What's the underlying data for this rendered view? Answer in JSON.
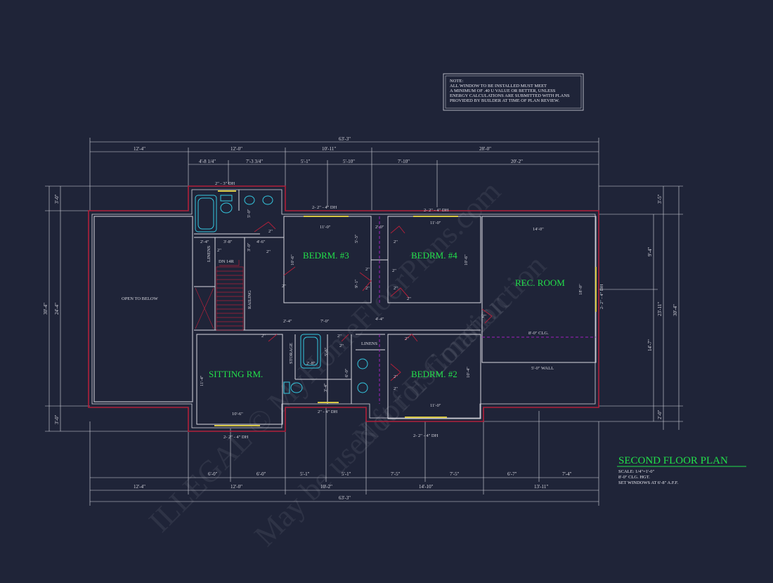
{
  "note": {
    "lines": [
      "NOTE:",
      "ALL WINDOW TO BE INSTALLED MUST MEET",
      "A MINIMUM OF .40 U VALUE OR BETTER, UNLESS",
      "ENERGY CALCULATIONS ARE SUBMITTED WITH PLANS",
      "PROVIDED BY BUILDER AT TIME OF PLAN REVIEW."
    ]
  },
  "title": {
    "main": "SECOND FLOOR PLAN",
    "scale": "SCALE: 1/4\"=1'-0\"",
    "ceiling": "8'-0\" CLG. HGT.",
    "windows": "SET WINDOWS AT 6'-8\" A.F.F."
  },
  "rooms": {
    "bedrm3": "BEDRM. #3",
    "bedrm4": "BEDRM. #4",
    "rec_room": "REC. ROOM",
    "sitting": "SITTING RM.",
    "bedrm2": "BEDRM. #2",
    "open_below": "OPEN TO BELOW",
    "linens_left": "LINENS",
    "linens_right": "LINENS",
    "storage": "STORAGE",
    "railing": "RAILING",
    "stair": "DN 14R",
    "clg_note": "8'-0\" CLG.",
    "wall_note": "5'-0\" WALL"
  },
  "windows": {
    "top_bath": "2\" - 3\" DH",
    "bedrm3": "2- 2\" - 4\" DH",
    "bedrm4": "2- 2\" - 4\" DH",
    "rec": "2- 2\" - 4\" DH",
    "sitting": "2- 2\" - 4\" DH",
    "bath_bottom": "2\" - 4\" DH",
    "bedrm2": "2- 2\" - 4\" DH"
  },
  "dimensions": {
    "top_overall": "63'-3\"",
    "top_row1": [
      "12'-4\"",
      "12'-0\"",
      "10'-11\"",
      "28'-0\""
    ],
    "top_row2": [
      "4'-8 1/4\"",
      "7'-3 3/4\"",
      "5'-1\"",
      "5'-10\"",
      "7'-10\"",
      "20'-2\""
    ],
    "bottom_overall": "63'-3\"",
    "bottom_row1": [
      "12'-4\"",
      "12'-0\"",
      "10'-2\"",
      "14'-10\"",
      "13'-11\""
    ],
    "bottom_row2": [
      "6'-0\"",
      "6'-0\"",
      "5'-1\"",
      "5'-1\"",
      "7'-5\"",
      "7'-5\"",
      "6'-7\"",
      "7'-4\""
    ],
    "left_outer": "30'-4\"",
    "left_inner": "24'-4\"",
    "left_top": "3'-0\"",
    "left_bottom": "3'-0\"",
    "right_outer": "30'-4\"",
    "right_inner": "23'-11\"",
    "right_a": "9'-4\"",
    "right_b": "14'-7\"",
    "right_top": "3'-5\"",
    "right_bottom": "2'-0\"",
    "bedrm3_w": "11'-0\"",
    "bedrm3_h": "10'-6\"",
    "bedrm4_w": "11'-0\"",
    "bedrm4_h": "10'-6\"",
    "rec_w": "14'-0\"",
    "rec_h": "18'-0\"",
    "sitting_w": "10'-6\"",
    "sitting_h": "11'-4\"",
    "bedrm2_w": "11'-0\"",
    "bedrm2_h": "10'-4\"",
    "hall_a": "2'-4\"",
    "hall_b": "3'-8\"",
    "hall_c": "4'-6\"",
    "bath_a": "2'-4\"",
    "bath_b": "7'-0\"",
    "bath_c": "4'-4\"",
    "bath_d": "2'-8\"",
    "closet_a": "2'-0\"",
    "closet_b": "5'-3\"",
    "closet_c": "9'-1\"",
    "vert_a": "5'-0\"",
    "vert_b": "3'-0\"",
    "vert_c": "5'-6\"",
    "vert_d": "6'-0\"",
    "vert_e": "3'-4\""
  },
  "door_tag": "2\"",
  "watermark": {
    "line1": "ILLEGAL © MyHomeFloorPlans.com",
    "line2": "May be used for Estimation",
    "line3": "Not for Construction"
  },
  "colors": {
    "background": "#1f2438",
    "wall_outer": "#b0203a",
    "wall_inner": "#d8d8e0",
    "room_label": "#22e04a",
    "window": "#d8c845",
    "fixture": "#34c8e0",
    "beam": "#a020c0"
  }
}
